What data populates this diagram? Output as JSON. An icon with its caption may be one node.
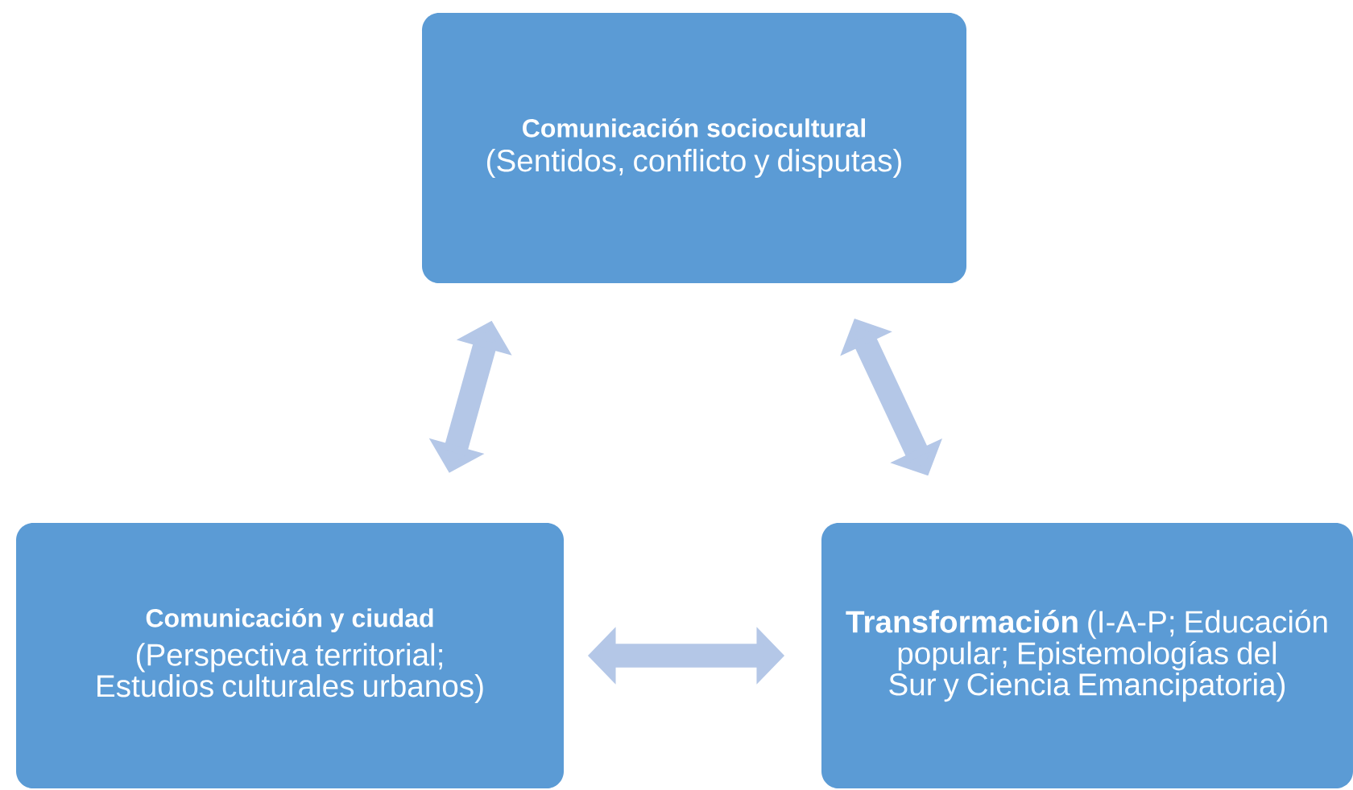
{
  "diagram": {
    "nodes": [
      {
        "text": [
          "Comunicación sociocultural",
          "(Sentidos, conflicto y disputas)"
        ]
      },
      {
        "text": [
          "Comunicación y ciudad",
          "(Perspectiva territorial; Estudios culturales urbanos)"
        ]
      },
      {
        "text": [
          "**Transformación** (I-A-P; Educación popular; Epistemologías del Sur y Ciencia Emancipatoria)"
        ]
      }
    ],
    "edges": [
      {
        "from": 0,
        "to": 1,
        "arrow": "both"
      },
      {
        "from": 0,
        "to": 2,
        "arrow": "both"
      },
      {
        "from": 1,
        "to": 2,
        "arrow": "both"
      }
    ]
  }
}
